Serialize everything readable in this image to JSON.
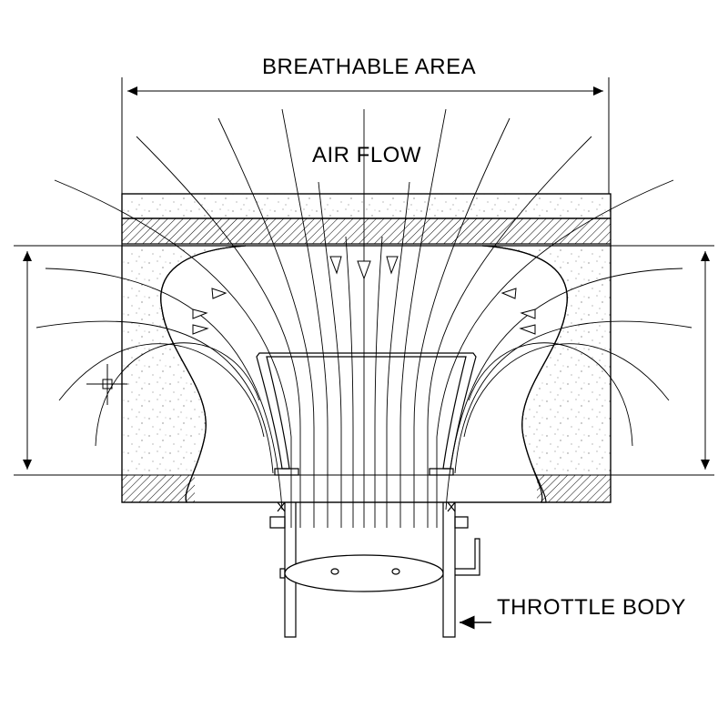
{
  "labels": {
    "breathable_area": "BREATHABLE AREA",
    "air_flow": "AIR FLOW",
    "throttle_body": "THROTTLE BODY"
  },
  "colors": {
    "line": "#000000",
    "background": "#ffffff"
  }
}
